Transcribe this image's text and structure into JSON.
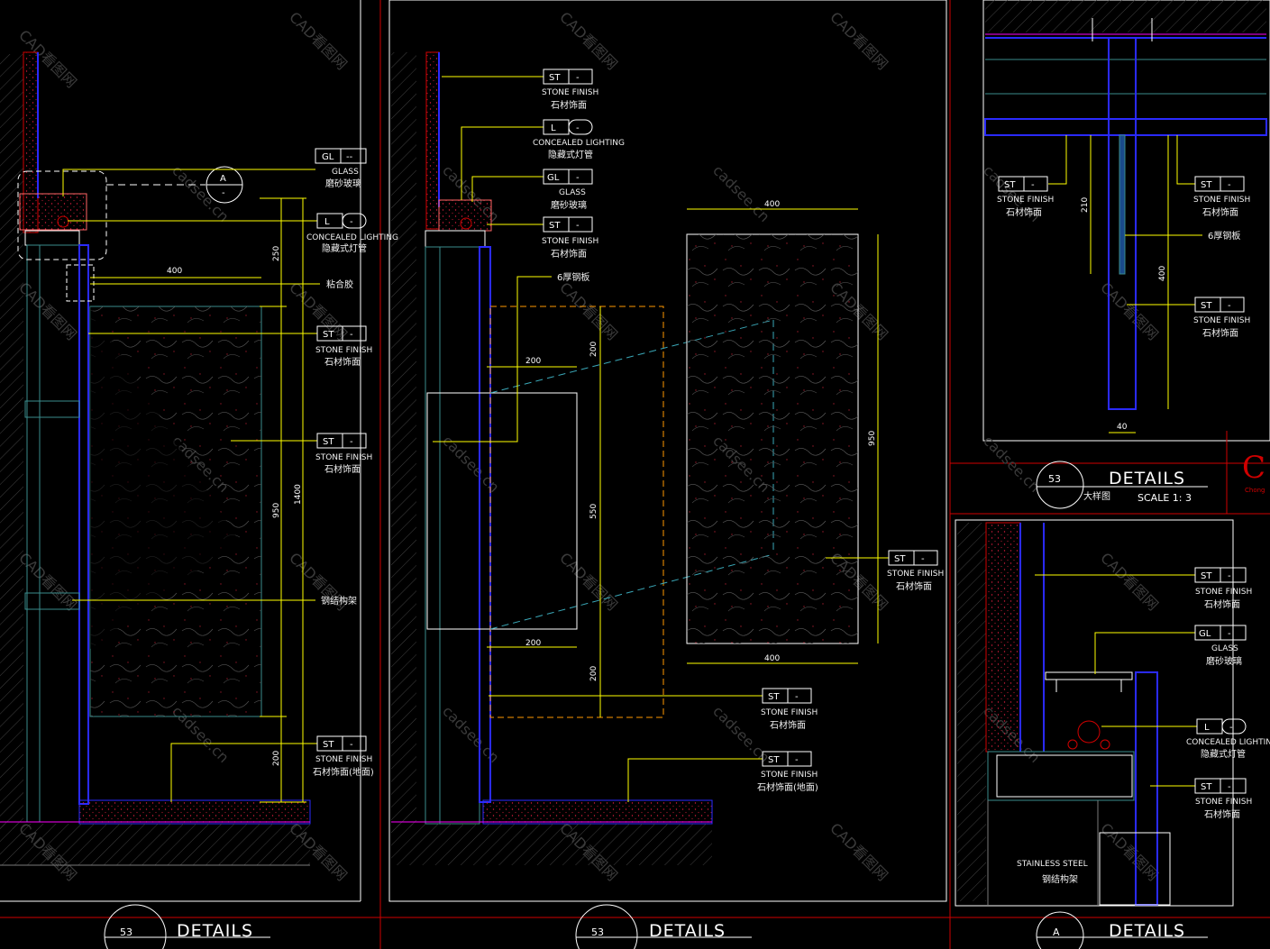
{
  "labels": {
    "st": "ST",
    "gl": "GL",
    "l": "L",
    "dash": "-",
    "ddash": "--",
    "stone_finish": "STONE FINISH",
    "stone_finish_cn": "石材饰面",
    "stone_floor_cn": "石材饰面(地面)",
    "glass": "GLASS",
    "glass_cn": "磨砂玻璃",
    "concealed": "CONCEALED LIGHTING",
    "concealed_cn": "隐藏式灯管",
    "adhesive": "粘合胶",
    "steel_frame": "钢结构架",
    "steel_plate": "6厚钢板",
    "stainless": "STAINLESS STEEL",
    "stainless_cn": "钢结构架",
    "section_a": "A"
  },
  "dims": {
    "d400": "400",
    "d250": "250",
    "d950": "950",
    "d1400": "1400",
    "d200": "200",
    "d550": "550",
    "d40": "40",
    "d210": "210"
  },
  "titles": {
    "details": "DETAILS",
    "cn": "大样图",
    "scale13": "SCALE  1: 3",
    "num53": "53",
    "numA": "A"
  },
  "watermarks": {
    "cad": "CAD看图网",
    "cadsee": "cadsee.cn"
  },
  "logo": {
    "letter": "C",
    "text": "Chong"
  },
  "colors": {
    "background": "#000000",
    "leader": "#ffff00",
    "frame": "#d00000",
    "wall": "#2a2aff",
    "glass": "#3a8c8c"
  }
}
